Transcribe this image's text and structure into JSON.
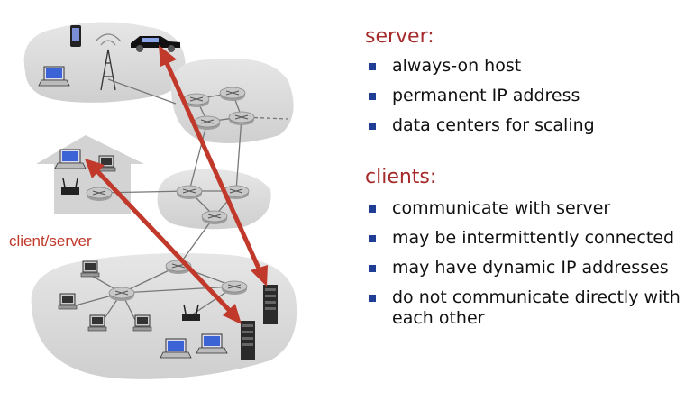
{
  "diagram": {
    "label": "client/server",
    "colors": {
      "arrow": "#c0392b",
      "cloud": "#d6d6d6",
      "router": "#b9b9b9",
      "server": "#2a2a2a",
      "screen": "#3b63d6"
    }
  },
  "server": {
    "heading": "server:",
    "bullets": [
      "always-on host",
      "permanent IP address",
      "data centers for scaling"
    ]
  },
  "clients": {
    "heading": "clients:",
    "bullets": [
      "communicate with server",
      "may be intermittently connected",
      "may have dynamic IP addresses",
      "do not communicate directly with each other"
    ]
  },
  "colors": {
    "heading": "#a52a2a",
    "bullet": "#1f3f96"
  }
}
